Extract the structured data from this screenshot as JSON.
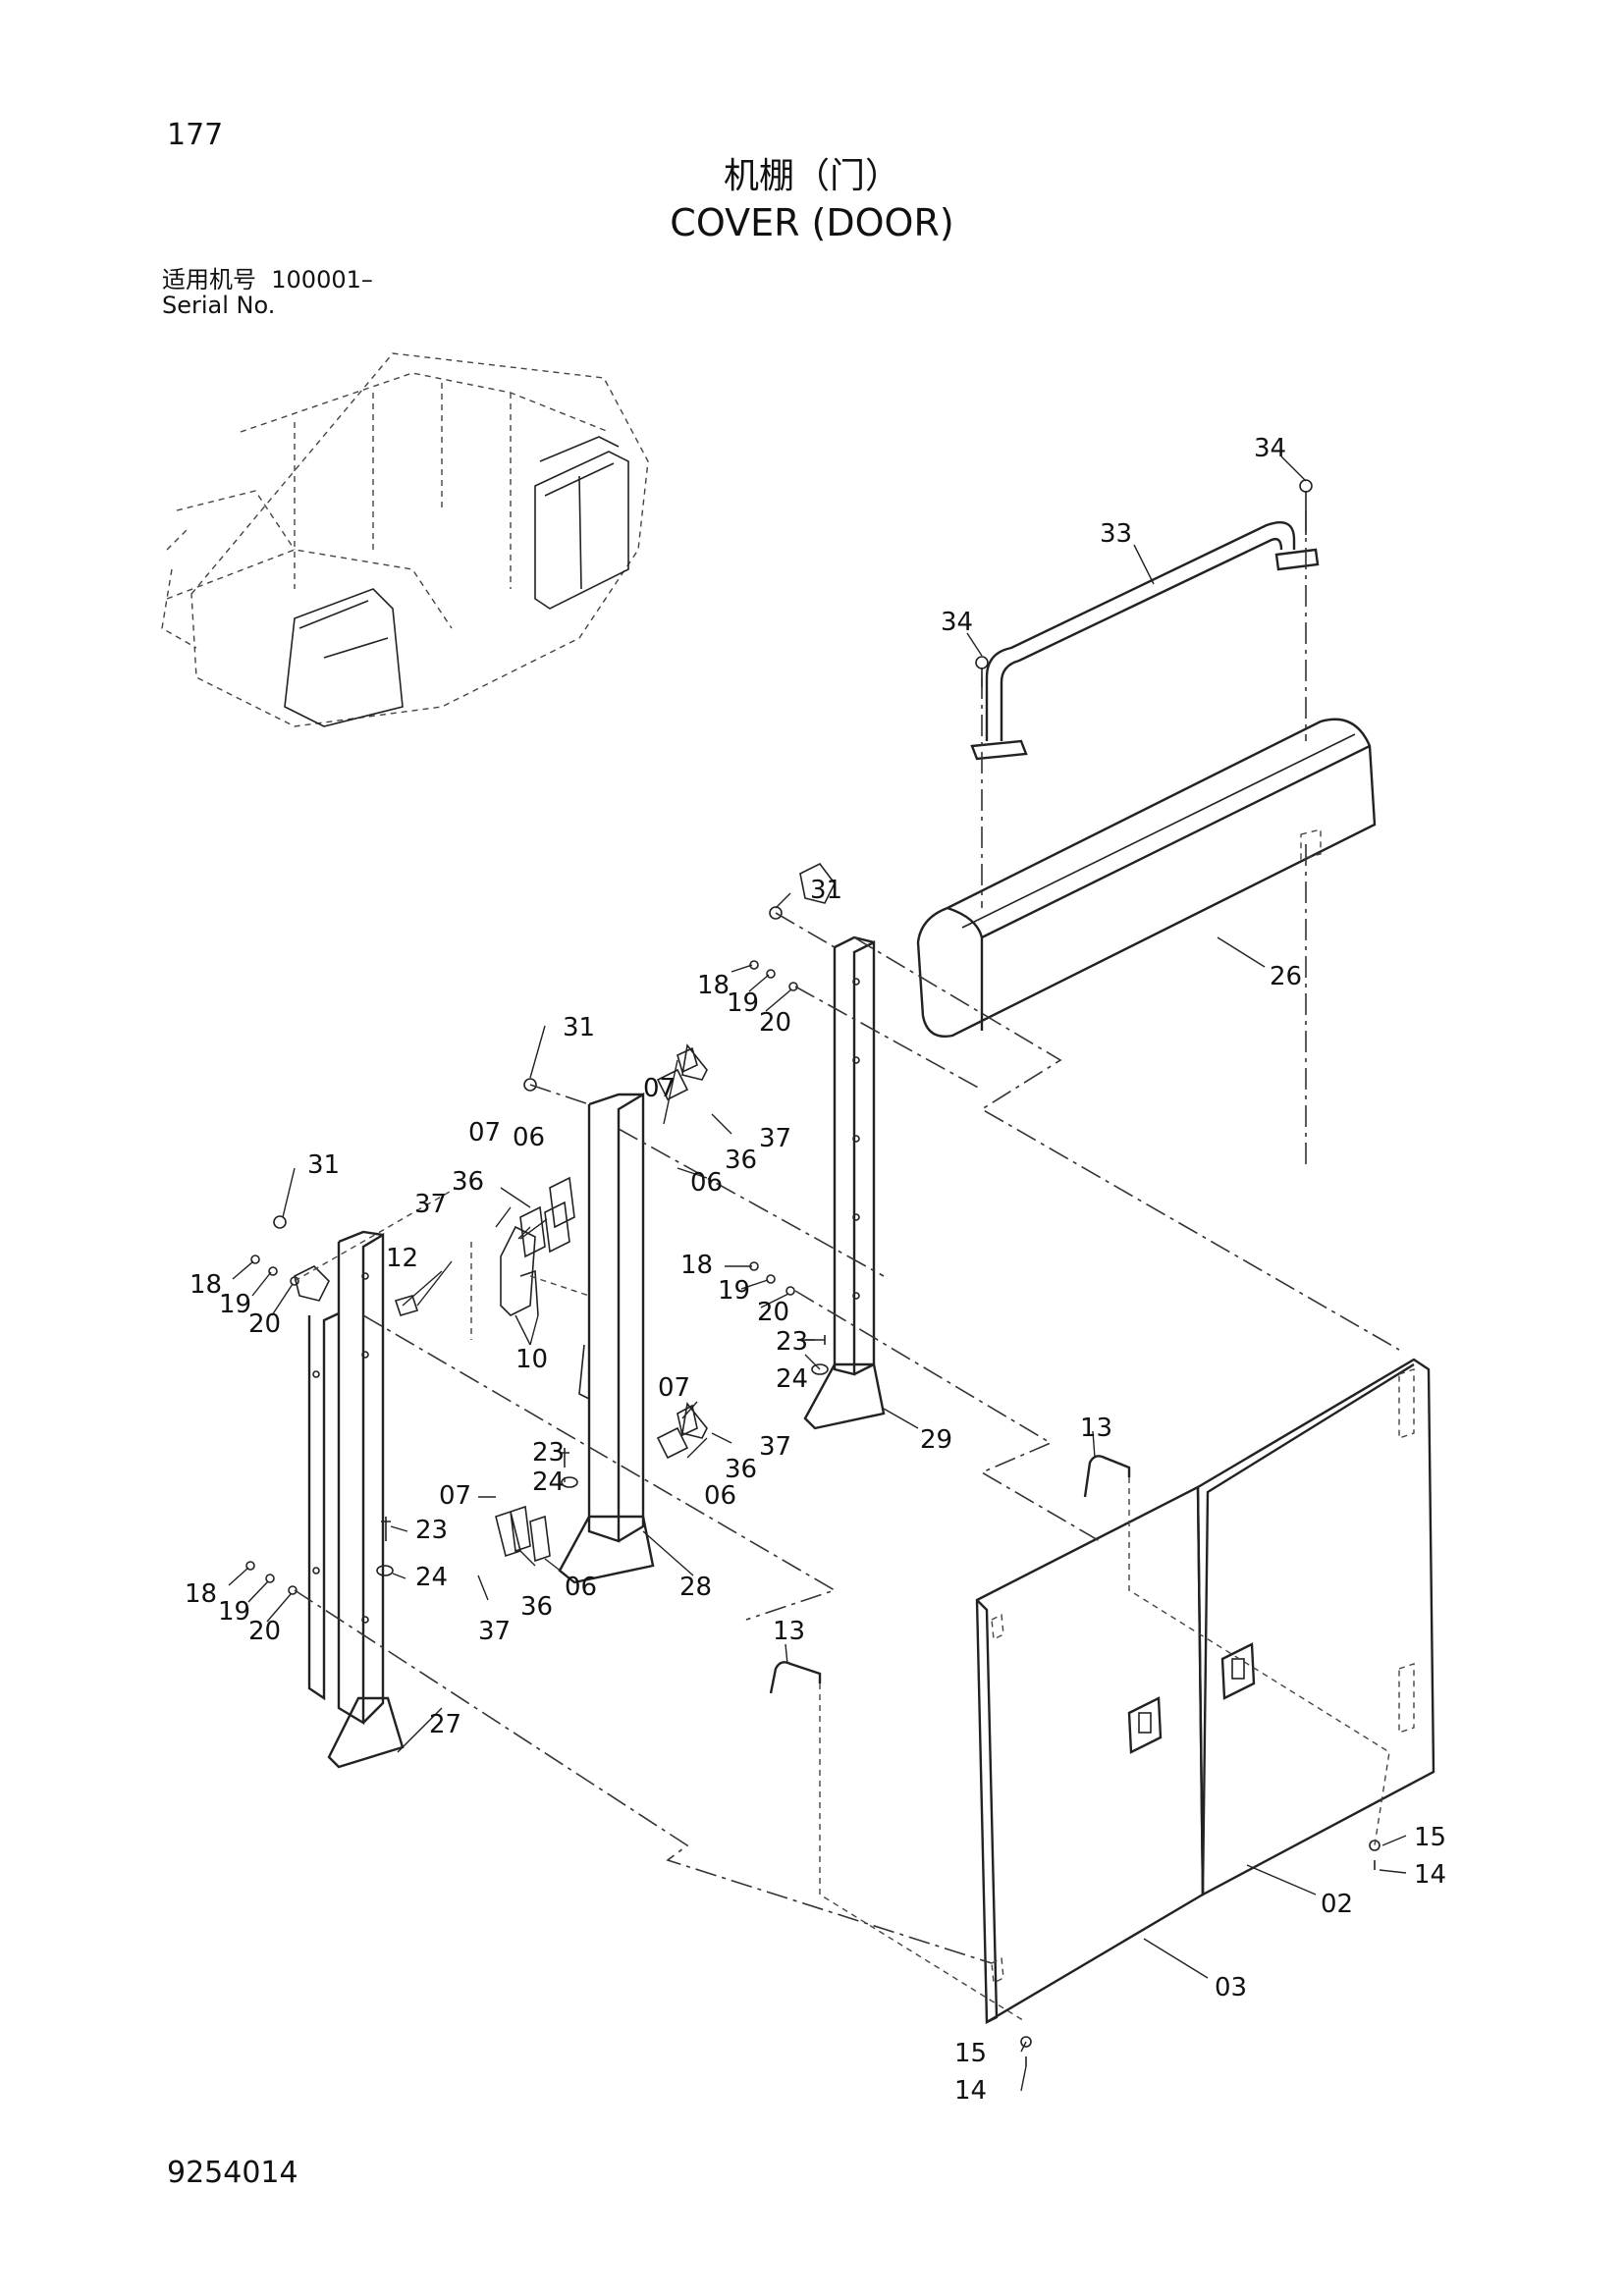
{
  "header": {
    "page_number": "177",
    "title_cn": "机棚（门）",
    "title_en": "COVER (DOOR)",
    "serial_label_cn": "适用机号",
    "serial_value": "100001–",
    "serial_label_en": "Serial No."
  },
  "footer": {
    "document_number": "9254014"
  },
  "callouts": {
    "c34a": "34",
    "c34b": "34",
    "c33": "33",
    "c26": "26",
    "c31a": "31",
    "c31b": "31",
    "c31c": "31",
    "c18a": "18",
    "c19a": "19",
    "c20a": "20",
    "c18b": "18",
    "c19b": "19",
    "c20b": "20",
    "c18c": "18",
    "c19c": "19",
    "c20c": "20",
    "c18d": "18",
    "c19d": "19",
    "c20d": "20",
    "c07a": "07",
    "c06a": "06",
    "c36a": "36",
    "c37a": "37",
    "c07b": "07",
    "c36b": "36",
    "c37b": "37",
    "c06b": "06",
    "c12": "12",
    "c10": "10",
    "c07c": "07",
    "c36c": "36",
    "c37c": "37",
    "c06c": "06",
    "c23a": "23",
    "c24a": "24",
    "c07d": "07",
    "c06d": "06",
    "c36d": "36",
    "c37d": "37",
    "c23b": "23",
    "c24b": "24",
    "c23c": "23",
    "c24c": "24",
    "c28": "28",
    "c27": "27",
    "c29": "29",
    "c13a": "13",
    "c13b": "13",
    "c15a": "15",
    "c14a": "14",
    "c02": "02",
    "c03": "03",
    "c15b": "15",
    "c14b": "14"
  }
}
